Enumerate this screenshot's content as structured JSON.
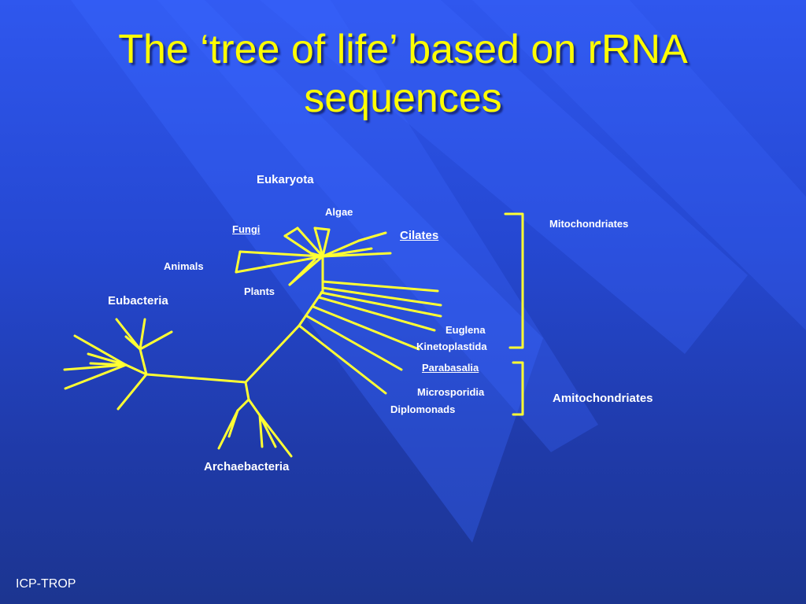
{
  "slide": {
    "title_line1": "The ‘tree of life’ based on rRNA",
    "title_line2": "sequences",
    "footer": "ICP-TROP",
    "colors": {
      "background": "#2548d2",
      "title": "#ffff00",
      "tree_lines": "#ffff33",
      "labels": "#ffffff"
    }
  },
  "labels": {
    "eukaryota": "Eukaryota",
    "algae": "Algae",
    "fungi": "Fungi",
    "cilates": "Cilates",
    "animals": "Animals",
    "plants": "Plants",
    "eubacteria": "Eubacteria",
    "euglena": "Euglena",
    "kinetoplastida": "Kinetoplastida",
    "parabasalia": "Parabasalia",
    "microsporidia": "Microsporidia",
    "diplomonads": "Diplomonads",
    "archaebacteria": "Archaebacteria",
    "mitochondriates": "Mitochondriates",
    "amitochondriates": "Amitochondriates"
  }
}
